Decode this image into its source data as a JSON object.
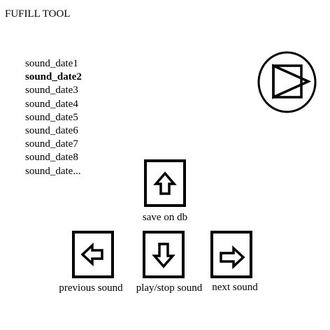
{
  "app": {
    "title": "FUFILL TOOL"
  },
  "sound_list": {
    "items": [
      {
        "label": "sound_date1",
        "selected": false
      },
      {
        "label": "sound_date2",
        "selected": true
      },
      {
        "label": "sound_date3",
        "selected": false
      },
      {
        "label": "sound_date4",
        "selected": false
      },
      {
        "label": "sound_date5",
        "selected": false
      },
      {
        "label": "sound_date6",
        "selected": false
      },
      {
        "label": "sound_date7",
        "selected": false
      },
      {
        "label": "sound_date8",
        "selected": false
      },
      {
        "label": "sound_date...",
        "selected": false
      }
    ]
  },
  "controls": {
    "save": {
      "label": "save on db",
      "icon": "arrow-up-icon"
    },
    "previous": {
      "label": "previous sound",
      "icon": "arrow-left-icon"
    },
    "play_stop": {
      "label": "play/stop sound",
      "icon": "arrow-down-icon"
    },
    "next": {
      "label": "next sound",
      "icon": "arrow-right-icon"
    }
  },
  "play_indicator": {
    "icon": "play-icon"
  }
}
